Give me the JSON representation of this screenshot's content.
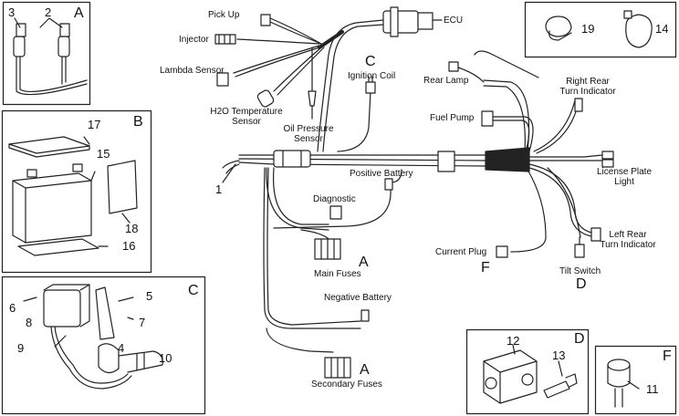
{
  "callouts": {
    "pickup": "Pick Up",
    "injector": "Injector",
    "lambda": "Lambda Sensor",
    "h2o_line1": "H2O Temperature",
    "h2o_line2": "Sensor",
    "oil_line1": "Oil Pressure",
    "oil_line2": "Sensor",
    "ecu": "ECU",
    "ignition_coil": "Ignition Coil",
    "rear_lamp": "Rear Lamp",
    "right_rear_line1": "Right Rear",
    "right_rear_line2": "Turn Indicator",
    "fuel_pump": "Fuel Pump",
    "positive_battery": "Positive Battery",
    "license_line1": "License Plate",
    "license_line2": "Light",
    "diagnostic": "Diagnostic",
    "left_rear_line1": "Left Rear",
    "left_rear_line2": "Turn Indicator",
    "current_plug": "Current Plug",
    "tilt_switch": "Tilt Switch",
    "main_fuses": "Main Fuses",
    "negative_battery": "Negative Battery",
    "secondary_fuses": "Secondary Fuses"
  },
  "letters": {
    "ign_c": "C",
    "main_a": "A",
    "sec_a": "A",
    "plug_f": "F",
    "tilt_d": "D",
    "box_a": "A",
    "box_b": "B",
    "box_c": "C",
    "box_d": "D",
    "box_f": "F"
  },
  "part_numbers": {
    "n1": "1",
    "n2": "2",
    "n3": "3",
    "n4": "4",
    "n5": "5",
    "n6": "6",
    "n7": "7",
    "n8": "8",
    "n9": "9",
    "n10": "10",
    "n11": "11",
    "n12": "12",
    "n13": "13",
    "n14": "14",
    "n15": "15",
    "n16": "16",
    "n17": "17",
    "n18": "18",
    "n19": "19"
  }
}
